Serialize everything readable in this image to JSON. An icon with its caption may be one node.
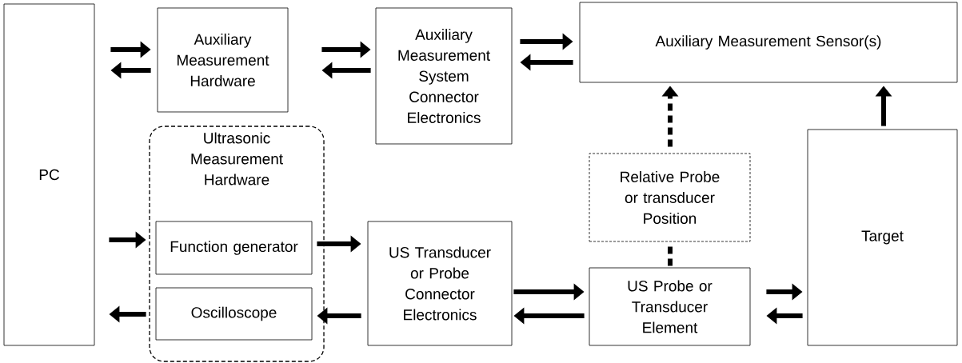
{
  "diagram": {
    "nodes": [
      {
        "text": [
          "PC"
        ]
      },
      {
        "text": [
          "Auxiliary Measurement Hardware"
        ]
      },
      {
        "text": [
          "Auxiliary Measurement System Connector Electronics"
        ]
      },
      {
        "text": [
          "Auxiliary Measurement Sensor(s)"
        ]
      },
      {
        "text": [
          "Ultrasonic Measurement Hardware"
        ]
      },
      {
        "text": [
          "Function generator"
        ],
        "in": 4
      },
      {
        "text": [
          "Oscilloscope"
        ],
        "in": 4
      },
      {
        "text": [
          "US Transducer or Probe Connector Electronics"
        ]
      },
      {
        "text": [
          "Relative Probe or transducer Position"
        ]
      },
      {
        "text": [
          "US Probe or Transducer Element"
        ]
      },
      {
        "text": [
          "Target"
        ]
      }
    ],
    "edges": [
      {
        "from": 0,
        "to": 1,
        "arrow": "to"
      },
      {
        "from": 1,
        "to": 0,
        "arrow": "to"
      },
      {
        "from": 1,
        "to": 2,
        "arrow": "to"
      },
      {
        "from": 2,
        "to": 1,
        "arrow": "to"
      },
      {
        "from": 2,
        "to": 3,
        "arrow": "to"
      },
      {
        "from": 3,
        "to": 2,
        "arrow": "to"
      },
      {
        "from": 0,
        "to": 5,
        "arrow": "to"
      },
      {
        "from": 6,
        "to": 0,
        "arrow": "to"
      },
      {
        "from": 5,
        "to": 7,
        "arrow": "to"
      },
      {
        "from": 7,
        "to": 6,
        "arrow": "to"
      },
      {
        "from": 7,
        "to": 9,
        "arrow": "to"
      },
      {
        "from": 9,
        "to": 7,
        "arrow": "to"
      },
      {
        "from": 9,
        "to": 10,
        "arrow": "to"
      },
      {
        "from": 10,
        "to": 9,
        "arrow": "to"
      },
      {
        "from": 9,
        "to": 8,
        "arrow": "none",
        "style": "dashed"
      },
      {
        "from": 8,
        "to": 3,
        "arrow": "to",
        "style": "dashed"
      },
      {
        "from": 10,
        "to": 3,
        "arrow": "to"
      }
    ]
  }
}
